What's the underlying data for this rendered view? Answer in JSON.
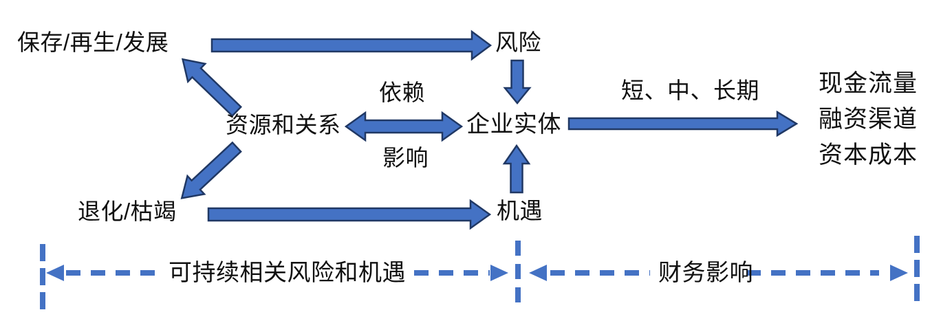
{
  "diagram": {
    "nodes": {
      "preserve": "保存/再生/发展",
      "risk": "风险",
      "resources": "资源和关系",
      "entity": "企业实体",
      "opportunity": "机遇",
      "degrade": "退化/枯竭",
      "outcomes": [
        "现金流量",
        "融资渠道",
        "资本成本"
      ]
    },
    "edge_labels": {
      "dependence": "依赖",
      "impact": "影响",
      "term": "短、中、长期"
    },
    "bands": {
      "sustainability": "可持续相关风险和机遇",
      "financial": "财务影响"
    },
    "colors": {
      "arrow_fill": "#4472C4",
      "arrow_stroke": "#203864",
      "dashed_blue": "#4472C4",
      "text": "#111111",
      "background": "#ffffff"
    }
  }
}
